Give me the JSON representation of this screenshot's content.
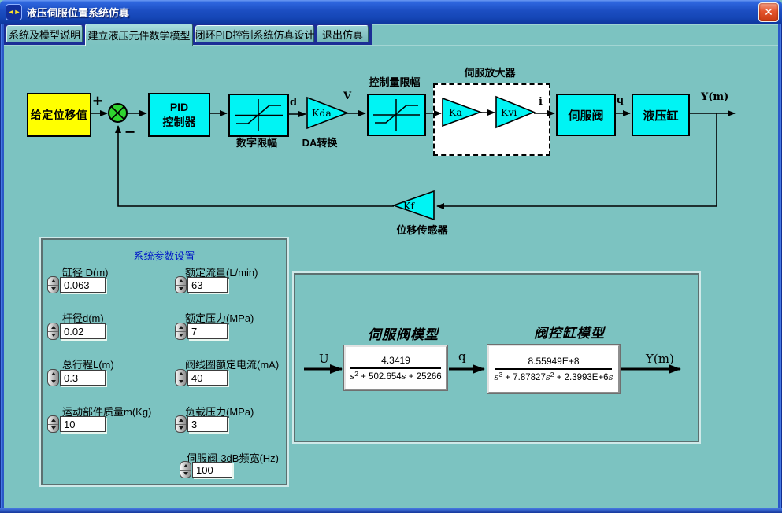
{
  "window": {
    "title": "液压伺服位置系统仿真",
    "icon_glyph": "◄►",
    "close_glyph": "✕"
  },
  "colors": {
    "background_teal": "#7cc3c1",
    "block_cyan": "#00f4f4",
    "input_yellow": "#ffff00",
    "sum_green": "#2fd32f",
    "tab_backdrop_navy": "#1b2e96",
    "titlebar_blue": "#1c4ec2",
    "panel_title_blue": "#0019c8"
  },
  "tabs": [
    {
      "label": "系统及模型说明",
      "active": false
    },
    {
      "label": "建立液压元件数学模型",
      "active": true
    },
    {
      "label": "闭环PID控制系统仿真设计",
      "active": false
    },
    {
      "label": "退出仿真",
      "active": false
    }
  ],
  "diagram": {
    "input_block": "给定位移值",
    "sum_plus": "+",
    "sum_minus": "−",
    "pid_line1": "PID",
    "pid_line2": "控制器",
    "sat1_caption": "数字限幅",
    "kda_label": "Kda",
    "kda_caption": "DA转换",
    "sat2_caption": "控制量限幅",
    "amp_caption": "伺服放大器",
    "ka_label": "Ka",
    "kvi_label": "Kvi",
    "valve_block": "伺服阀",
    "cyl_block": "液压缸",
    "kf_label": "Kf",
    "kf_caption": "位移传感器",
    "sig_d": "d",
    "sig_v": "V",
    "sig_i": "i",
    "sig_q": "q",
    "sig_y": "Y(m)"
  },
  "params": {
    "title": "系统参数设置",
    "fields": [
      {
        "label": "缸径 D(m)",
        "value": "0.063"
      },
      {
        "label": "杆径d(m)",
        "value": "0.02"
      },
      {
        "label": "总行程L(m)",
        "value": "0.3"
      },
      {
        "label": "运动部件质量m(Kg)",
        "value": "10"
      },
      {
        "label": "额定流量(L/min)",
        "value": "63"
      },
      {
        "label": "额定压力(MPa)",
        "value": "7"
      },
      {
        "label": "阀线圈额定电流(mA)",
        "value": "40"
      },
      {
        "label": "负载压力(MPa)",
        "value": "3"
      },
      {
        "label": "伺服阀-3dB频宽(Hz)",
        "value": "100"
      }
    ]
  },
  "models": {
    "u": "U",
    "q": "q",
    "y": "Y(m)",
    "tf1": {
      "title": "伺服阀模型",
      "num": "4.3419",
      "d1": "s",
      "d1sup": "2",
      "d2": " + 502.654",
      "d3": "s",
      "d4": " + 25266"
    },
    "tf2": {
      "title": "阀控缸模型",
      "num": "8.55949E+8",
      "d1": "s",
      "d1sup": "3",
      "d2": " + 7.87827",
      "d3": "s",
      "d3sup": "2",
      "d4": " + 2.3993E+6",
      "d5": "s"
    }
  }
}
